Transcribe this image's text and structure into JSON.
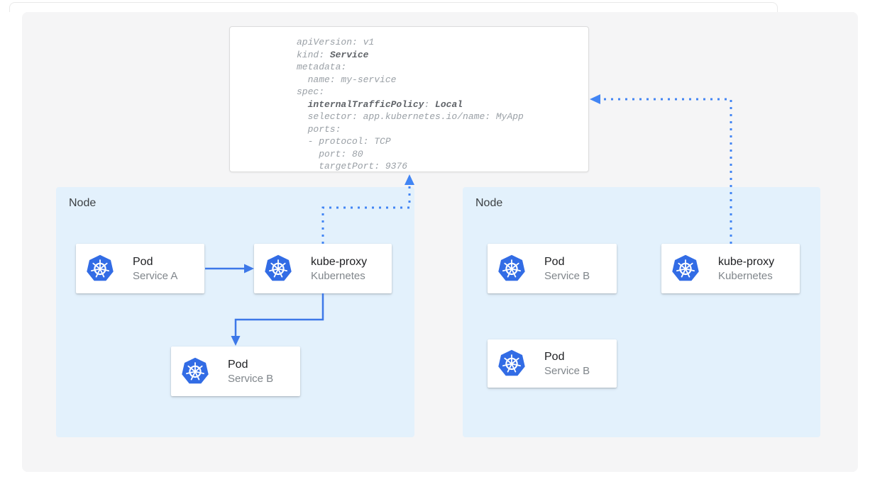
{
  "colors": {
    "arrow_solid": "#3d78e8",
    "arrow_dotted": "#4285f4",
    "kubernetes_blue": "#326ce5",
    "node_background": "#e3f1fc",
    "canvas_background": "#f5f5f6",
    "code_regular_text": "#9aa0a6",
    "code_bold_text": "#5f6368"
  },
  "yaml_card": {
    "lines": [
      [
        {
          "t": "apiVersion: v1"
        }
      ],
      [
        {
          "t": "kind: "
        },
        {
          "t": "Service"
        }
      ],
      [
        {
          "t": "metadata:"
        }
      ],
      [
        {
          "t": "  name: my-service"
        }
      ],
      [
        {
          "t": "spec:"
        }
      ],
      [
        {
          "t": "  "
        },
        {
          "t": "internalTrafficPolicy"
        },
        {
          "t": ": "
        },
        {
          "t": "Local"
        }
      ],
      [
        {
          "t": "  selector: app.kubernetes.io/name: MyApp"
        }
      ],
      [
        {
          "t": "  ports:"
        }
      ],
      [
        {
          "t": "  - protocol: TCP"
        }
      ],
      [
        {
          "t": "    port: 80"
        }
      ],
      [
        {
          "t": "    targetPort: 9376"
        }
      ]
    ]
  },
  "nodes": {
    "left": {
      "label": "Node",
      "cards": [
        {
          "title": "Pod",
          "subtitle": "Service A",
          "icon": "kubernetes-icon"
        },
        {
          "title": "kube-proxy",
          "subtitle": "Kubernetes",
          "icon": "kubernetes-icon"
        },
        {
          "title": "Pod",
          "subtitle": "Service B",
          "icon": "kubernetes-icon"
        }
      ]
    },
    "right": {
      "label": "Node",
      "cards": [
        {
          "title": "Pod",
          "subtitle": "Service B",
          "icon": "kubernetes-icon"
        },
        {
          "title": "kube-proxy",
          "subtitle": "Kubernetes",
          "icon": "kubernetes-icon"
        },
        {
          "title": "Pod",
          "subtitle": "Service B",
          "icon": "kubernetes-icon"
        }
      ]
    }
  },
  "arrows": [
    {
      "name": "pod-service-a-to-kube-proxy",
      "style": "solid"
    },
    {
      "name": "kube-proxy-to-pod-service-b",
      "style": "solid"
    },
    {
      "name": "left-kube-proxy-to-service-yaml",
      "style": "dotted"
    },
    {
      "name": "right-kube-proxy-to-service-yaml",
      "style": "dotted"
    }
  ]
}
